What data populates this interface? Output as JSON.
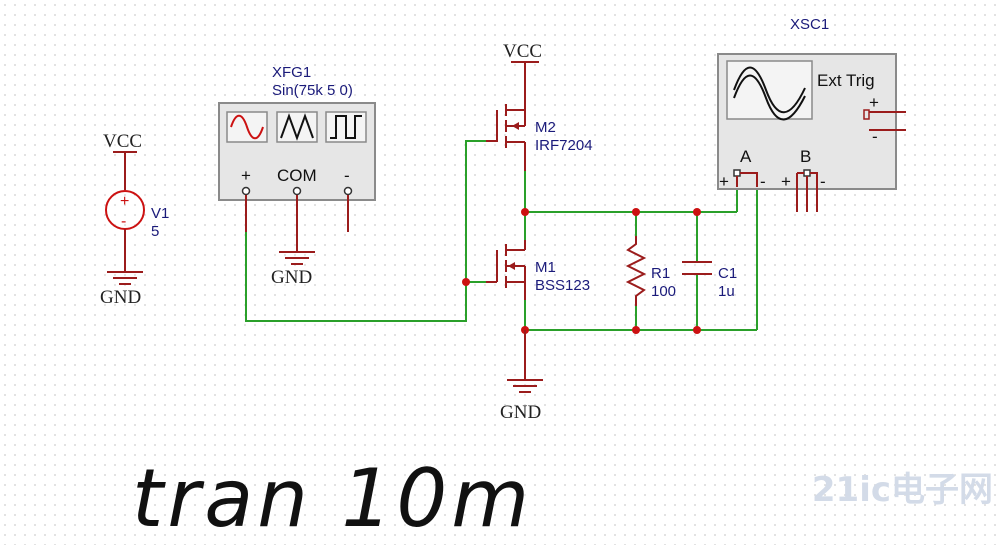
{
  "power": {
    "vcc_left": "VCC",
    "vcc_top": "VCC",
    "gnd_v1": "GND",
    "gnd_fg": "GND",
    "gnd_main": "GND"
  },
  "v1": {
    "ref": "V1",
    "value": "5"
  },
  "xfg1": {
    "ref": "XFG1",
    "setting": "Sin(75k 5 0)",
    "plus": "+",
    "com": "COM",
    "minus": "-"
  },
  "m2": {
    "ref": "M2",
    "part": "IRF7204"
  },
  "m1": {
    "ref": "M1",
    "part": "BSS123"
  },
  "r1": {
    "ref": "R1",
    "value": "100"
  },
  "c1": {
    "ref": "C1",
    "value": "1u"
  },
  "xsc1": {
    "ref": "XSC1",
    "ext_trig": "Ext Trig",
    "trig_plus": "+",
    "trig_minus": "-",
    "ch_a": "A",
    "ch_b": "B",
    "a_plus": "+",
    "a_minus": "-",
    "b_plus": "+",
    "b_minus": "-"
  },
  "sim_command": "tran 10m",
  "watermark": "21ic电子网",
  "colors": {
    "wire": "#2aa02a",
    "component": "#9b1c1c",
    "label": "#1a1a7a",
    "junction": "#cc1111"
  },
  "icons": [
    "sine-wave-icon",
    "triangle-wave-icon",
    "square-wave-icon",
    "scope-screen-icon"
  ]
}
